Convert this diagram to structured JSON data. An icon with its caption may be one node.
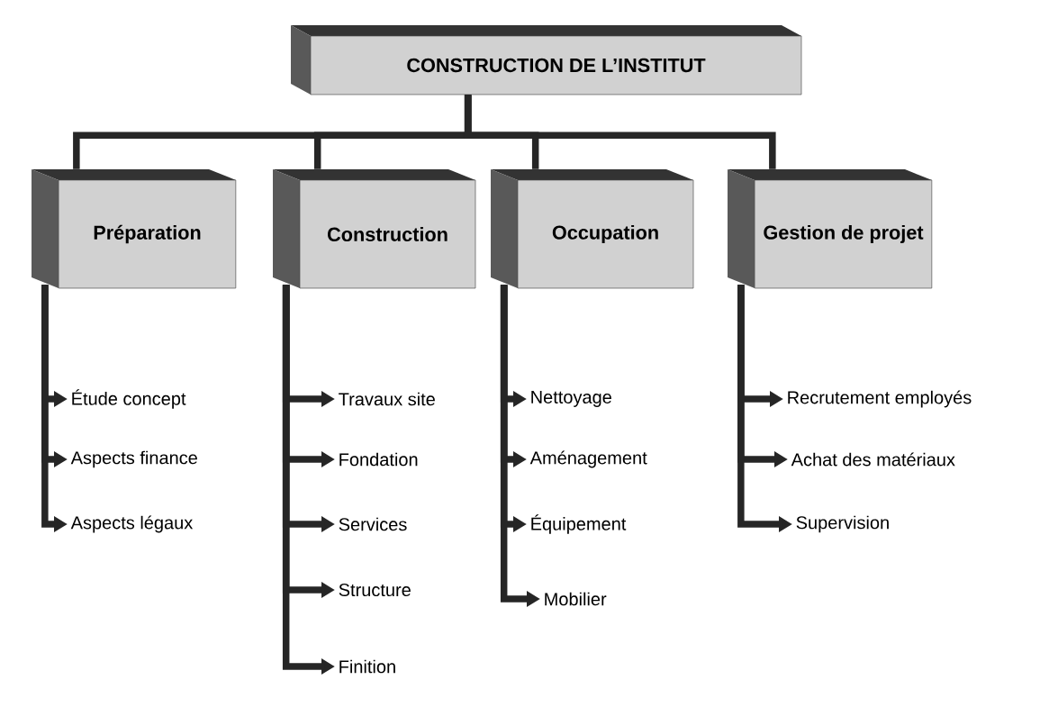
{
  "diagram": {
    "nodes": [
      {
        "text": [
          "CONSTRUCTION DE L’INSTITUT"
        ]
      },
      {
        "text": [
          "Préparation"
        ]
      },
      {
        "text": [
          "Construction"
        ]
      },
      {
        "text": [
          "Occupation"
        ]
      },
      {
        "text": [
          "Gestion de projet"
        ]
      },
      {
        "text": [
          "Étude concept"
        ]
      },
      {
        "text": [
          "Aspects finance"
        ]
      },
      {
        "text": [
          "Aspects légaux"
        ]
      },
      {
        "text": [
          "Travaux site"
        ]
      },
      {
        "text": [
          "Fondation"
        ]
      },
      {
        "text": [
          "Services"
        ]
      },
      {
        "text": [
          "Structure"
        ]
      },
      {
        "text": [
          "Finition"
        ]
      },
      {
        "text": [
          "Nettoyage"
        ]
      },
      {
        "text": [
          "Aménagement"
        ]
      },
      {
        "text": [
          "Équipement"
        ]
      },
      {
        "text": [
          "Mobilier"
        ]
      },
      {
        "text": [
          "Recrutement employés"
        ]
      },
      {
        "text": [
          "Achat des matériaux"
        ]
      },
      {
        "text": [
          "Supervision"
        ]
      }
    ],
    "edges": [
      {
        "from": 0,
        "to": 1,
        "arrow": "none"
      },
      {
        "from": 0,
        "to": 2,
        "arrow": "none"
      },
      {
        "from": 0,
        "to": 3,
        "arrow": "none"
      },
      {
        "from": 0,
        "to": 4,
        "arrow": "none"
      },
      {
        "from": 1,
        "to": 5,
        "arrow": "to"
      },
      {
        "from": 1,
        "to": 6,
        "arrow": "to"
      },
      {
        "from": 1,
        "to": 7,
        "arrow": "to"
      },
      {
        "from": 2,
        "to": 8,
        "arrow": "to"
      },
      {
        "from": 2,
        "to": 9,
        "arrow": "to"
      },
      {
        "from": 2,
        "to": 10,
        "arrow": "to"
      },
      {
        "from": 2,
        "to": 11,
        "arrow": "to"
      },
      {
        "from": 2,
        "to": 12,
        "arrow": "to"
      },
      {
        "from": 3,
        "to": 13,
        "arrow": "to"
      },
      {
        "from": 3,
        "to": 14,
        "arrow": "to"
      },
      {
        "from": 3,
        "to": 15,
        "arrow": "to"
      },
      {
        "from": 3,
        "to": 16,
        "arrow": "to"
      },
      {
        "from": 4,
        "to": 17,
        "arrow": "to"
      },
      {
        "from": 4,
        "to": 18,
        "arrow": "to"
      },
      {
        "from": 4,
        "to": 19,
        "arrow": "to"
      }
    ]
  }
}
